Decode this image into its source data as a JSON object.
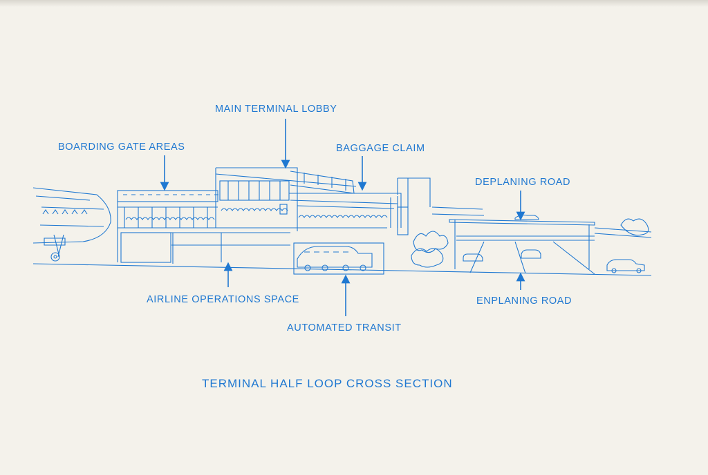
{
  "colors": {
    "ink": "#1f78d1",
    "paper": "#f4f2eb"
  },
  "diagram": {
    "title": "TERMINAL HALF LOOP CROSS SECTION",
    "labels": {
      "main_terminal_lobby": "MAIN TERMINAL LOBBY",
      "boarding_gate_areas": "BOARDING GATE AREAS",
      "baggage_claim": "BAGGAGE CLAIM",
      "deplaning_road": "DEPLANING ROAD",
      "airline_operations_space": "AIRLINE OPERATIONS SPACE",
      "automated_transit": "AUTOMATED TRANSIT",
      "enplaning_road": "ENPLANING ROAD"
    }
  }
}
